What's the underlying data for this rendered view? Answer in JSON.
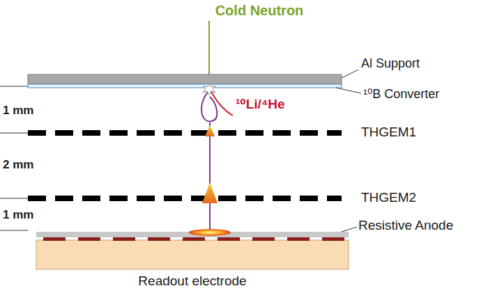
{
  "diagram": {
    "labels": [
      "Cold Neutron",
      "Al Support",
      "¹⁰B Converter",
      "¹⁰Li/⁴He",
      "1 mm",
      "THGEM1",
      "2 mm",
      "THGEM2",
      "1 mm",
      "Resistive Anode",
      "Readout electrode"
    ]
  }
}
